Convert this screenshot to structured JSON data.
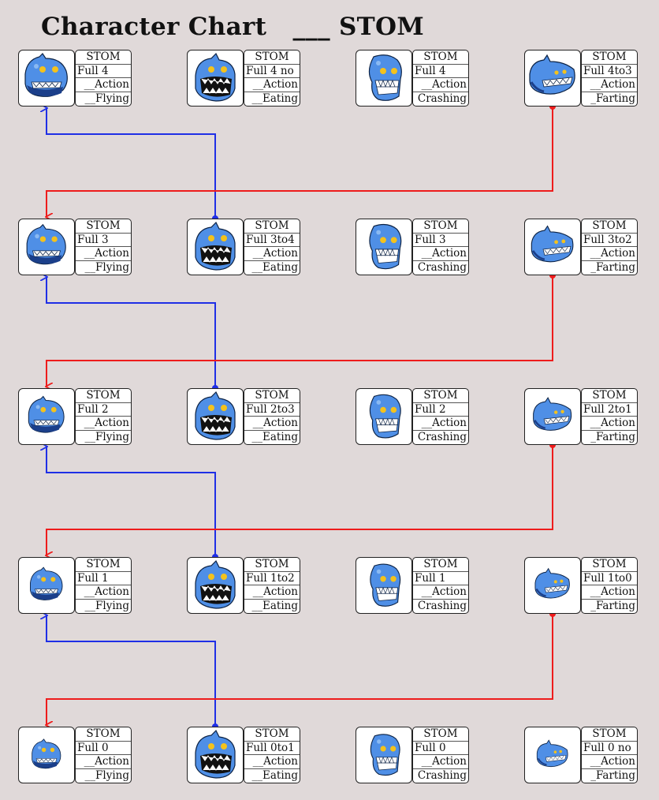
{
  "title": "Character Chart   ___ STOM",
  "cards": [
    {
      "name": "STOM",
      "full": "Full 4",
      "action": "__Action",
      "verb": "__Flying"
    },
    {
      "name": "STOM",
      "full": "Full 4 no",
      "action": "__Action",
      "verb": "__Eating"
    },
    {
      "name": "STOM",
      "full": "Full 4",
      "action": "__Action",
      "verb": "Crashing"
    },
    {
      "name": "STOM",
      "full": "Full 4to3",
      "action": "__Action",
      "verb": "_Farting"
    },
    {
      "name": "STOM",
      "full": "Full 3",
      "action": "__Action",
      "verb": "__Flying"
    },
    {
      "name": "STOM",
      "full": "Full 3to4",
      "action": "__Action",
      "verb": "__Eating"
    },
    {
      "name": "STOM",
      "full": "Full 3",
      "action": "__Action",
      "verb": "Crashing"
    },
    {
      "name": "STOM",
      "full": "Full 3to2",
      "action": "__Action",
      "verb": "_Farting"
    },
    {
      "name": "STOM",
      "full": "Full 2",
      "action": "__Action",
      "verb": "__Flying"
    },
    {
      "name": "STOM",
      "full": "Full 2to3",
      "action": "__Action",
      "verb": "__Eating"
    },
    {
      "name": "STOM",
      "full": "Full 2",
      "action": "__Action",
      "verb": "Crashing"
    },
    {
      "name": "STOM",
      "full": "Full 2to1",
      "action": "__Action",
      "verb": "_Farting"
    },
    {
      "name": "STOM",
      "full": "Full 1",
      "action": "__Action",
      "verb": "__Flying"
    },
    {
      "name": "STOM",
      "full": "Full 1to2",
      "action": "__Action",
      "verb": "__Eating"
    },
    {
      "name": "STOM",
      "full": "Full 1",
      "action": "__Action",
      "verb": "Crashing"
    },
    {
      "name": "STOM",
      "full": "Full 1to0",
      "action": "__Action",
      "verb": "_Farting"
    },
    {
      "name": "STOM",
      "full": "Full 0",
      "action": "__Action",
      "verb": "__Flying"
    },
    {
      "name": "STOM",
      "full": "Full 0to1",
      "action": "__Action",
      "verb": "__Eating"
    },
    {
      "name": "STOM",
      "full": "Full 0",
      "action": "__Action",
      "verb": "Crashing"
    },
    {
      "name": "STOM",
      "full": "Full 0 no",
      "action": "__Action",
      "verb": "_Farting"
    }
  ],
  "colors": {
    "background": "#e0d9d9",
    "eating_link": "#1f2fe6",
    "farting_link": "#ee1c1c",
    "creature_body": "#4f8fe6",
    "creature_eye": "#f4c21c"
  },
  "icons": {
    "Flying": "stom-flying-icon",
    "Eating": "stom-eating-icon",
    "Crashing": "stom-crashing-icon",
    "Farting": "stom-farting-icon"
  }
}
